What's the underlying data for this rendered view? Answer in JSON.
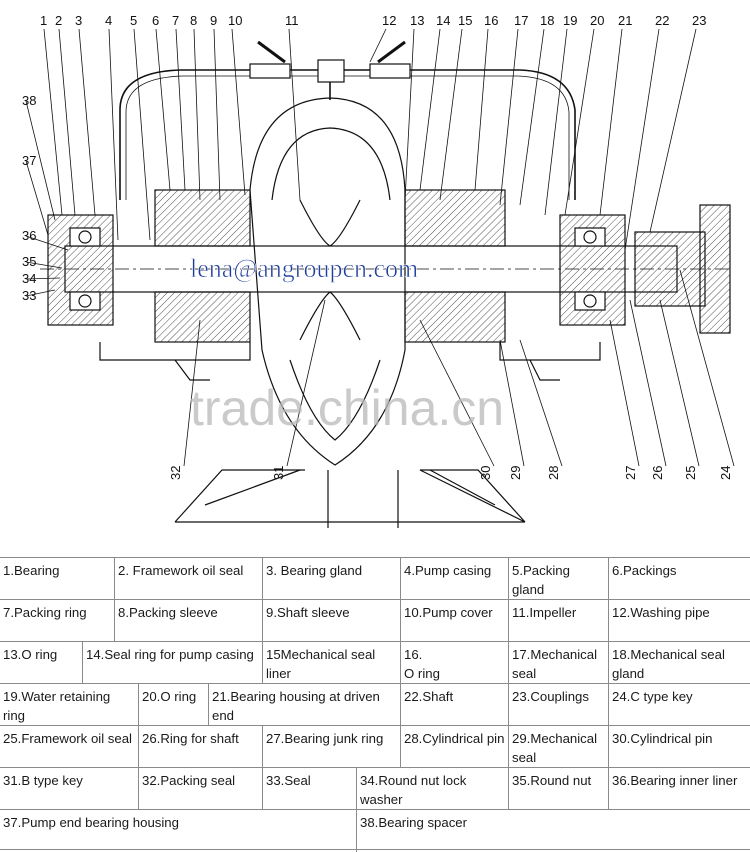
{
  "drawing": {
    "callouts": [
      "1",
      "2",
      "3",
      "4",
      "5",
      "6",
      "7",
      "8",
      "9",
      "10",
      "11",
      "12",
      "13",
      "14",
      "15",
      "16",
      "17",
      "18",
      "19",
      "20",
      "21",
      "22",
      "23",
      "24",
      "25",
      "26",
      "27",
      "28",
      "29",
      "30",
      "31",
      "32",
      "33",
      "34",
      "35",
      "36",
      "37",
      "38"
    ],
    "email_watermark": "lena@angroupcn.com",
    "site_watermark": "trade.china.cn"
  },
  "legend": [
    [
      "1.Bearing",
      "2. Framework oil seal",
      "3. Bearing gland",
      "4.Pump casing",
      "5.Packing gland",
      "6.Packings"
    ],
    [
      "7.Packing ring",
      "8.Packing sleeve",
      "9.Shaft sleeve",
      "10.Pump cover",
      "11.Impeller",
      "12.Washing pipe"
    ],
    [
      "13.O ring",
      "14.Seal ring for pump casing",
      "15Mechanical seal liner",
      "16.\nO ring",
      "17.Mechanical seal",
      "18.Mechanical seal gland"
    ],
    [
      "19.Water retaining ring",
      "20.O ring",
      "21.Bearing housing at driven end",
      "22.Shaft",
      "23.Couplings",
      "24.C type key"
    ],
    [
      "25.Framework oil seal",
      "26.Ring for shaft",
      "27.Bearing junk ring",
      "28.Cylindrical pin",
      "29.Mechanical seal",
      "30.Cylindrical pin"
    ],
    [
      "31.B type key",
      "32.Packing seal",
      "33.Seal",
      "34.Round nut lock washer",
      "35.Round nut",
      "36.Bearing inner liner"
    ],
    [
      "37.Pump end bearing housing",
      "38.Bearing spacer"
    ]
  ]
}
